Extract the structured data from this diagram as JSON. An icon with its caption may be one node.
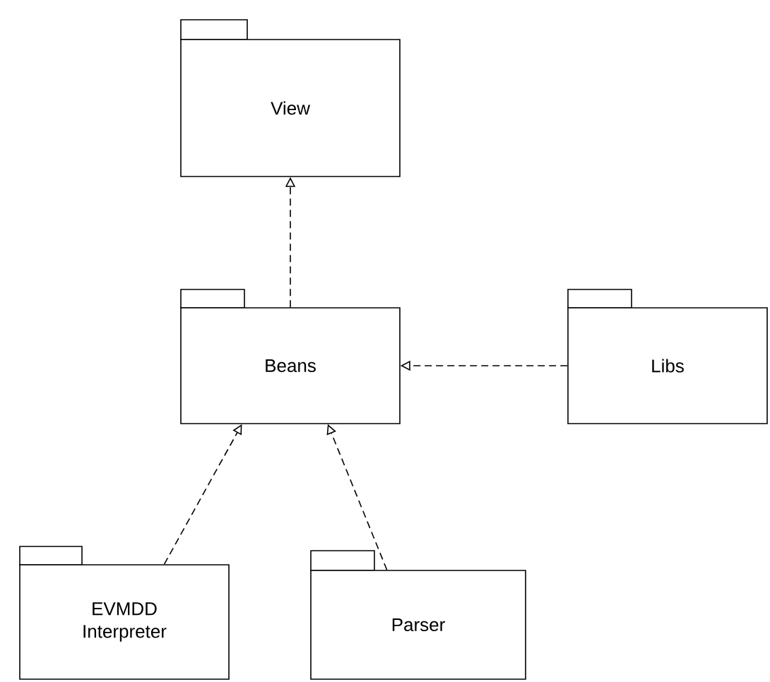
{
  "diagram": {
    "nodes": [
      {
        "text": [
          "View"
        ]
      },
      {
        "text": [
          "Beans"
        ]
      },
      {
        "text": [
          "Libs"
        ]
      },
      {
        "text": [
          "EVMDD Interpreter"
        ]
      },
      {
        "text": [
          "Parser"
        ]
      }
    ],
    "edges": [
      {
        "from": 1,
        "to": 0,
        "arrow": "to",
        "style": "dashed"
      },
      {
        "from": 2,
        "to": 1,
        "arrow": "to",
        "style": "dashed"
      },
      {
        "from": 3,
        "to": 1,
        "arrow": "to",
        "style": "dashed"
      },
      {
        "from": 4,
        "to": 1,
        "arrow": "to",
        "style": "dashed"
      }
    ]
  }
}
